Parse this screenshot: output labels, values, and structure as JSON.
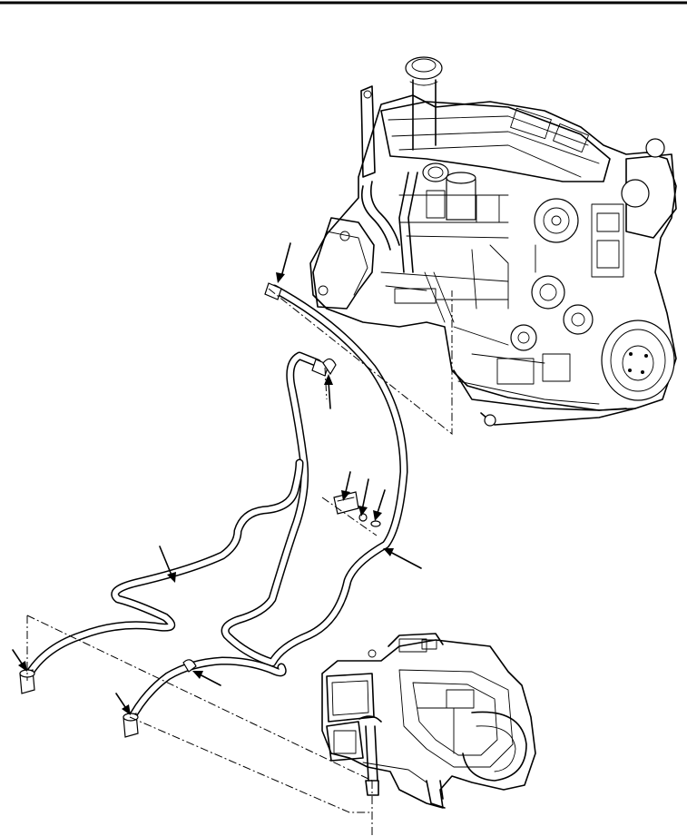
{
  "figure": {
    "header_rule": true,
    "components": [
      "engine",
      "heater-box",
      "upper-heater-hose",
      "lower-heater-hose"
    ],
    "leader_arrows": 10,
    "icon": "exploded-view-illustration"
  }
}
